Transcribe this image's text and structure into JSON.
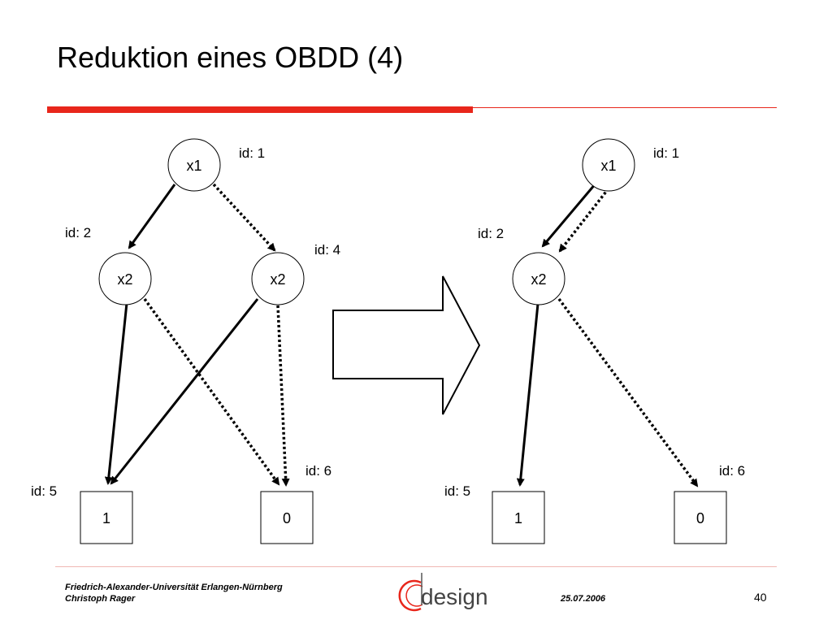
{
  "slide": {
    "title": "Reduktion eines OBDD (4)",
    "accent_color": "#e8261b",
    "page_number": "40"
  },
  "diagram_left": {
    "nodes": [
      {
        "key": "L_x1",
        "label": "x1",
        "shape": "circle"
      },
      {
        "key": "L_x2a",
        "label": "x2",
        "shape": "circle"
      },
      {
        "key": "L_x2b",
        "label": "x2",
        "shape": "circle"
      },
      {
        "key": "L_t1",
        "label": "1",
        "shape": "square"
      },
      {
        "key": "L_t0",
        "label": "0",
        "shape": "square"
      }
    ],
    "ids": [
      {
        "key": "L_id1",
        "text": "id: 1"
      },
      {
        "key": "L_id2",
        "text": "id: 2"
      },
      {
        "key": "L_id4",
        "text": "id: 4"
      },
      {
        "key": "L_id5",
        "text": "id: 5"
      },
      {
        "key": "L_id6",
        "text": "id: 6"
      }
    ],
    "edges": [
      {
        "from": "L_x1",
        "to": "L_x2a",
        "style": "solid"
      },
      {
        "from": "L_x1",
        "to": "L_x2b",
        "style": "dotted"
      },
      {
        "from": "L_x2a",
        "to": "L_t1",
        "style": "solid"
      },
      {
        "from": "L_x2a",
        "to": "L_t0",
        "style": "dotted"
      },
      {
        "from": "L_x2b",
        "to": "L_t1",
        "style": "solid"
      },
      {
        "from": "L_x2b",
        "to": "L_t0",
        "style": "dotted"
      }
    ]
  },
  "diagram_right": {
    "nodes": [
      {
        "key": "R_x1",
        "label": "x1",
        "shape": "circle"
      },
      {
        "key": "R_x2",
        "label": "x2",
        "shape": "circle"
      },
      {
        "key": "R_t1",
        "label": "1",
        "shape": "square"
      },
      {
        "key": "R_t0",
        "label": "0",
        "shape": "square"
      }
    ],
    "ids": [
      {
        "key": "R_id1",
        "text": "id: 1"
      },
      {
        "key": "R_id2",
        "text": "id: 2"
      },
      {
        "key": "R_id5",
        "text": "id: 5"
      },
      {
        "key": "R_id6",
        "text": "id: 6"
      }
    ],
    "edges": [
      {
        "from": "R_x1",
        "to": "R_x2",
        "style": "solid"
      },
      {
        "from": "R_x1",
        "to": "R_x2",
        "style": "dotted"
      },
      {
        "from": "R_x2",
        "to": "R_t1",
        "style": "solid"
      },
      {
        "from": "R_x2",
        "to": "R_t0",
        "style": "dotted"
      }
    ]
  },
  "transform_arrow": {
    "direction": "right",
    "icon": "block-arrow-right-icon"
  },
  "footer": {
    "university": "Friedrich-Alexander-Universität Erlangen-Nürnberg",
    "author": "Christoph Rager",
    "date": "25.07.2006",
    "logo_text": "design",
    "logo_icon": "cdesign-logo-icon"
  }
}
